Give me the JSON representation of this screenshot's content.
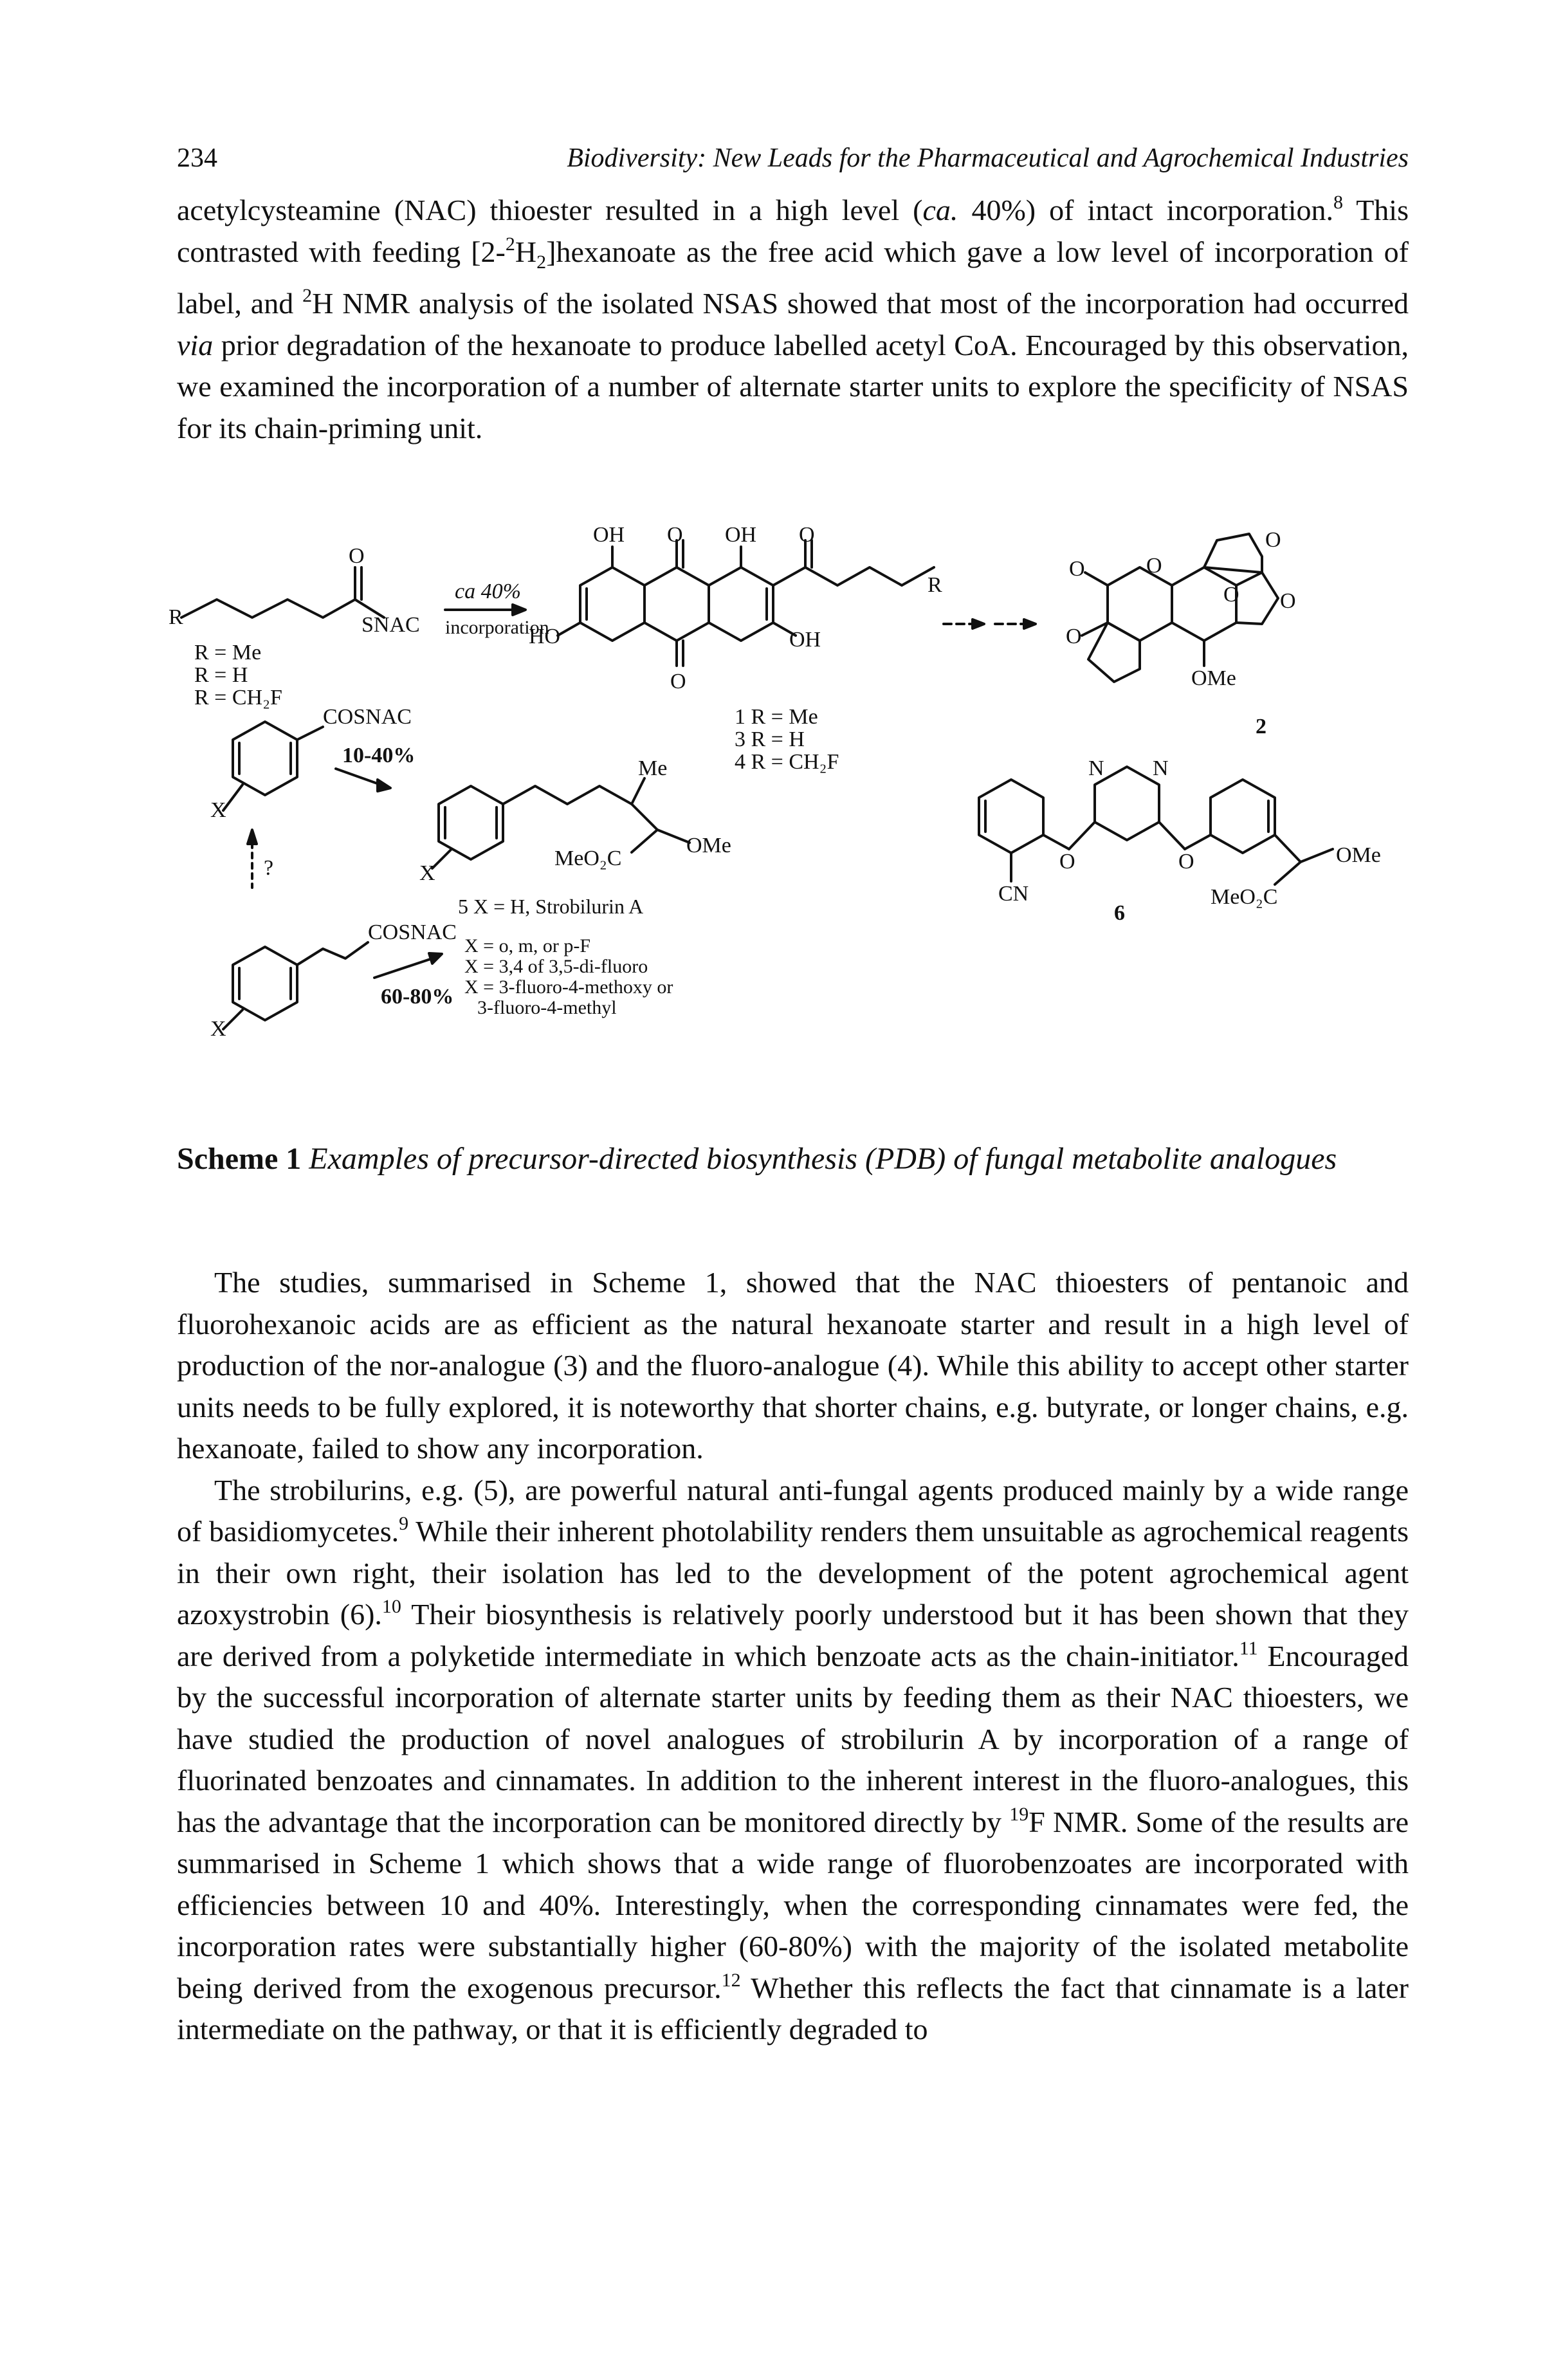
{
  "header": {
    "page_number": "234",
    "journal_title": "Biodiversity: New Leads for the Pharmaceutical and Agrochemical Industries"
  },
  "paragraph_1": {
    "part1": "acetylcysteamine (NAC) thioester resulted in a high level (",
    "ca": "ca.",
    "part2": " 40%) of intact incorporation.",
    "ref8": "8",
    "part3": " This contrasted with feeding [2-",
    "iso_sup": "2",
    "part4": "H",
    "sub2": "2",
    "part5": "]hexanoate as the free acid which gave a low level of incorporation of label, and ",
    "nmr_sup": "2",
    "part6": "H NMR analysis of the isolated NSAS showed that most of the incorporation had occurred ",
    "via": "via",
    "part7": " prior degradation of the hexanoate to produce labelled acetyl CoA. Encouraged by this observation, we examined the incorporation of a number of alternate starter units to explore the specificity of NSAS for its chain-priming unit."
  },
  "scheme": {
    "top_row": {
      "carbonyl_o": "O",
      "r_label": "R",
      "snac": "SNAC",
      "r_values": [
        "R = Me",
        "R = H",
        "R = CH₂F"
      ],
      "arrow_top": "ca 40%",
      "arrow_bottom": "incorporation",
      "anthraquinone_labels": {
        "oh_left": "OH",
        "o_top": "O",
        "oh_right": "OH",
        "o_chain": "O",
        "ho": "HO",
        "o_bottom": "O",
        "oh_bottom": "OH",
        "r_chain": "R"
      },
      "compound_list": [
        "1 R = Me",
        "3 R = H",
        "4 R = CH₂F"
      ],
      "dashed_arrow": "-- ▸ -- ▸",
      "aflatoxin_labels": {
        "o1": "O",
        "o2": "O",
        "o3": "O",
        "o4": "O",
        "o5": "O",
        "o6": "O",
        "ome": "OMe"
      },
      "compound_2": "2"
    },
    "bottom_row": {
      "benzoyl_cosnac": "COSNAC",
      "x_label": "X",
      "arrow_1040": "10-40%",
      "question": "?",
      "cinnamoyl_cosnac": "COSNAC",
      "arrow_6080": "60-80%",
      "strobilurin_labels": {
        "me": "Me",
        "meo2c": "MeO₂C",
        "ome": "OMe",
        "x": "X"
      },
      "compound_5": "5 X = H, Strobilurin A",
      "x_variants": [
        "X = o, m, or p-F",
        "X = 3,4 of 3,5-di-fluoro",
        "X = 3-fluoro-4-methoxy or",
        "3-fluoro-4-methyl"
      ],
      "azoxy_labels": {
        "n1": "N",
        "n2": "N",
        "o1": "O",
        "o2": "O",
        "cn": "CN",
        "meo2c": "MeO₂C",
        "ome": "OMe"
      },
      "compound_6": "6"
    }
  },
  "caption": {
    "label": "Scheme 1",
    "text": "Examples of precursor-directed biosynthesis (PDB) of fungal metabolite analogues"
  },
  "paragraph_2": {
    "text": "The studies, summarised in Scheme 1, showed that the NAC thioesters of pentanoic and fluorohexanoic acids are as efficient as the natural hexanoate starter and result in a high level of production of the nor-analogue (3) and the fluoro-analogue (4). While this ability to accept other starter units needs to be fully explored, it is noteworthy that shorter chains, e.g. butyrate, or longer chains, e.g. hexanoate, failed to show any incorporation."
  },
  "paragraph_3": {
    "part1": "The strobilurins, e.g. (5), are powerful natural anti-fungal agents produced mainly by a wide range of basidiomycetes.",
    "ref9": "9",
    "part2": " While their inherent photolability renders them unsuitable as agrochemical reagents in their own right, their isolation has led to the development of the potent agrochemical agent azoxystrobin (6).",
    "ref10": "10",
    "part3": " Their biosynthesis is relatively poorly understood but it has been shown that they are derived from a polyketide intermediate in which benzoate acts as the chain-initiator.",
    "ref11": "11",
    "part4": " Encouraged by the successful incorporation of alternate starter units by feeding them as their NAC thioesters, we have studied the production of novel analogues of strobilurin A by incorporation of a range of fluorinated benzoates and cinnamates. In addition to the inherent interest in the fluoro-analogues, this has the advantage that the incorporation can be monitored directly by ",
    "f19": "19",
    "part5": "F NMR. Some of the results are summarised in Scheme 1 which shows that a wide range of fluorobenzoates are incorporated with efficiencies between 10 and 40%. Interestingly, when the corresponding cinnamates were fed, the incorporation rates were substantially higher (60-80%) with the majority of the isolated metabolite being derived from the exogenous precursor.",
    "ref12": "12",
    "part6": " Whether this reflects the fact that cinnamate is a later intermediate on the pathway, or that it is efficiently degraded to"
  }
}
